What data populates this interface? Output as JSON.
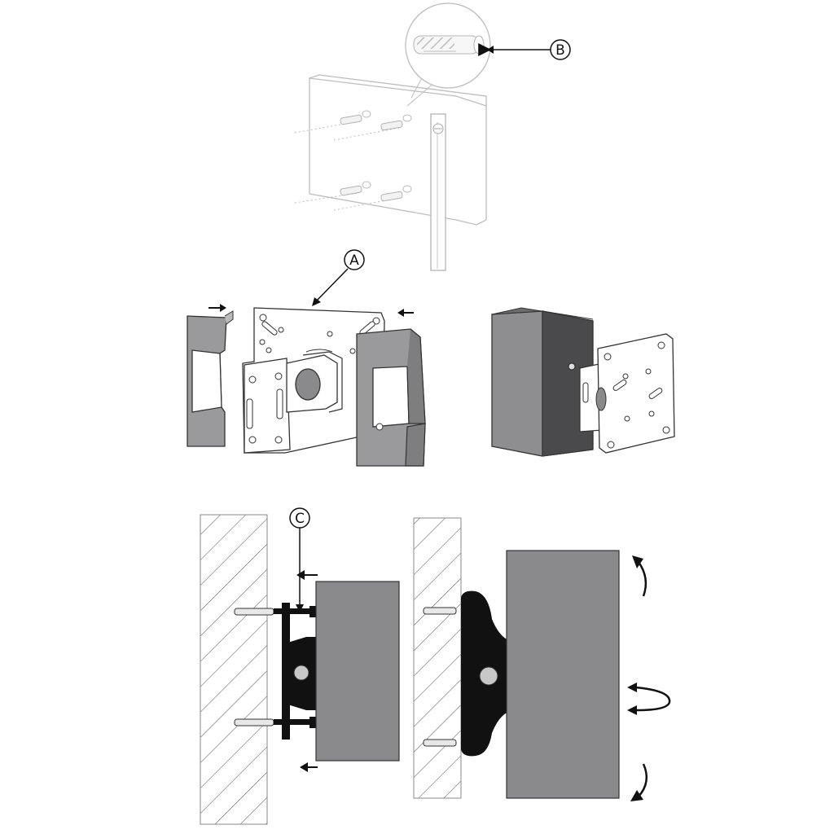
{
  "callouts": {
    "a": "A",
    "b": "B",
    "c": "C"
  },
  "colors": {
    "ink": "#1a1a1a",
    "device_gray": "#8a8a8c",
    "device_dark": "#4a4a4a",
    "light_gray": "#d8d8d8",
    "faded_line": "#9a9a9a",
    "paper": "#ffffff"
  }
}
